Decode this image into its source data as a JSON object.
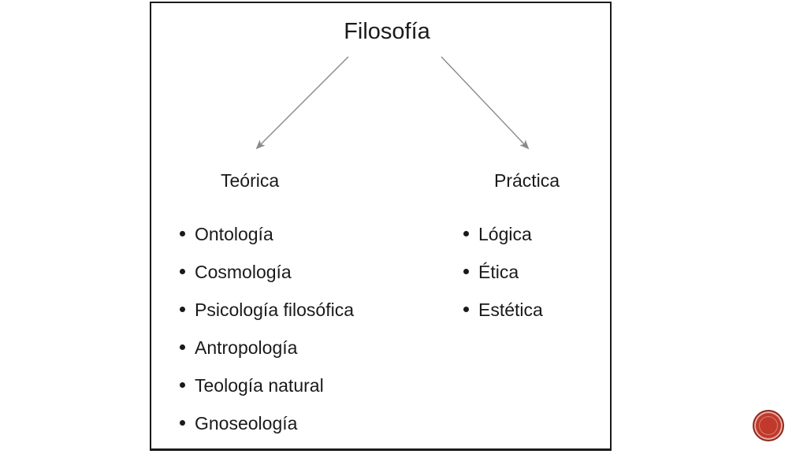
{
  "diagram": {
    "root": "Filosofía",
    "branches": [
      {
        "title": "Teórica",
        "items": [
          "Ontología",
          "Cosmología",
          "Psicología filosófica",
          "Antropología",
          "Teología natural",
          "Gnoseología"
        ]
      },
      {
        "title": "Práctica",
        "items": [
          "Lógica",
          "Ética",
          "Estética"
        ]
      }
    ]
  },
  "colors": {
    "text": "#1a1a1a",
    "arrow": "#8a8a8a",
    "slide_button": "#c0392b"
  },
  "icons": {
    "slide_button": "circle-nav-icon"
  }
}
